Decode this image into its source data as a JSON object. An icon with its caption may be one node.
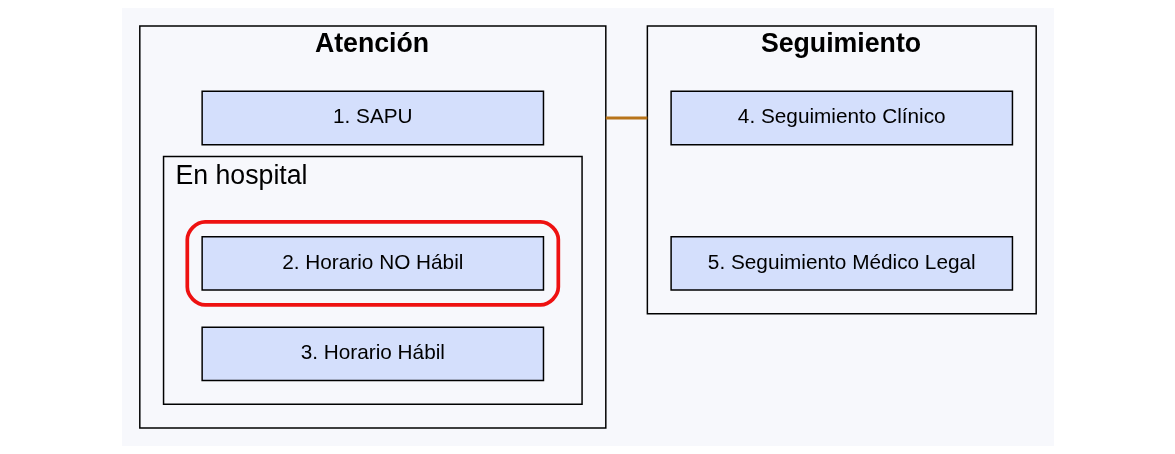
{
  "diagram": {
    "nodes": [
      {
        "text": [
          "Atención"
        ]
      },
      {
        "text": [
          "1. SAPU"
        ],
        "in": 0
      },
      {
        "text": [
          "En hospital"
        ],
        "in": 0
      },
      {
        "text": [],
        "shape": "ellipse",
        "in": 2
      },
      {
        "text": [
          "2. Horario NO Hábil"
        ],
        "in": 3
      },
      {
        "text": [
          "3. Horario Hábil"
        ],
        "in": 2
      },
      {
        "text": [
          "Seguimiento"
        ]
      },
      {
        "text": [
          "4. Seguimiento Clínico"
        ],
        "in": 6
      },
      {
        "text": [
          "5. Seguimiento Médico Legal"
        ],
        "in": 6
      }
    ],
    "edges": [
      {
        "from": 0,
        "to": 6,
        "arrow": "none",
        "color": "#b8741a"
      }
    ]
  }
}
